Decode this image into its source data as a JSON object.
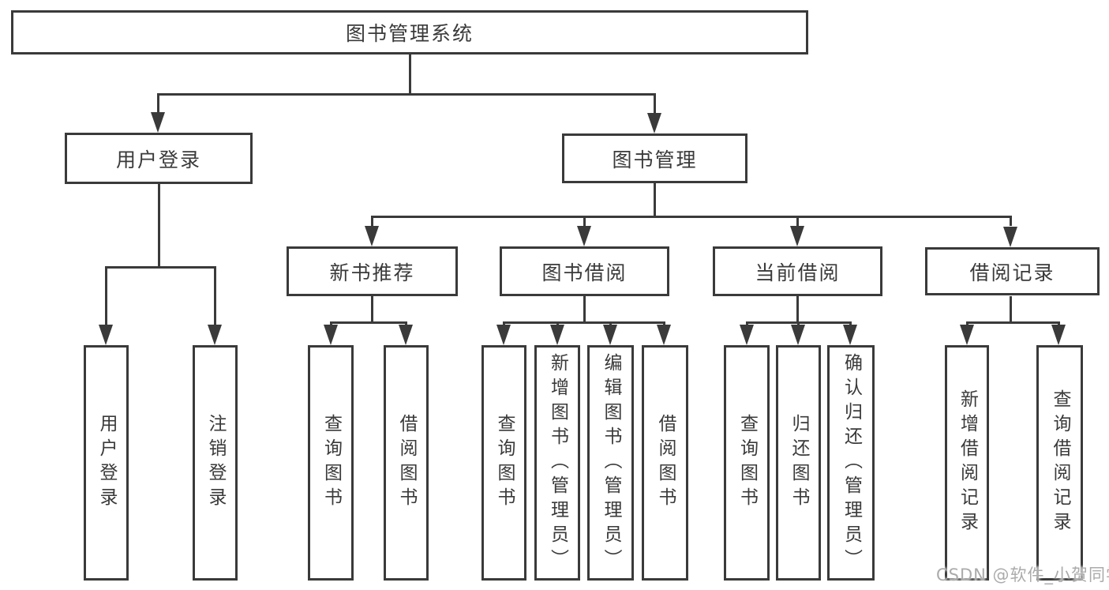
{
  "colors": {
    "line": "#3a3a3a",
    "text": "#3a3a3a",
    "box_background": "#ffffff",
    "page_background": "#ffffff",
    "watermark": "#ababab"
  },
  "tree": {
    "label": "图书管理系统",
    "children": [
      {
        "label": "用户登录",
        "children": [
          {
            "label": "用户登录"
          },
          {
            "label": "注销登录"
          }
        ]
      },
      {
        "label": "图书管理",
        "children": [
          {
            "label": "新书推荐",
            "children": [
              {
                "label": "查询图书"
              },
              {
                "label": "借阅图书"
              }
            ]
          },
          {
            "label": "图书借阅",
            "children": [
              {
                "label": "查询图书"
              },
              {
                "label": "新增图书（管理员）"
              },
              {
                "label": "编辑图书（管理员）"
              },
              {
                "label": "借阅图书"
              }
            ]
          },
          {
            "label": "当前借阅",
            "children": [
              {
                "label": "查询图书"
              },
              {
                "label": "归还图书"
              },
              {
                "label": "确认归还（管理员）"
              }
            ]
          },
          {
            "label": "借阅记录",
            "children": [
              {
                "label": "新增借阅记录"
              },
              {
                "label": "查询借阅记录"
              }
            ]
          }
        ]
      }
    ]
  },
  "watermark": {
    "text": "CSDN @软件_小贺同学"
  }
}
